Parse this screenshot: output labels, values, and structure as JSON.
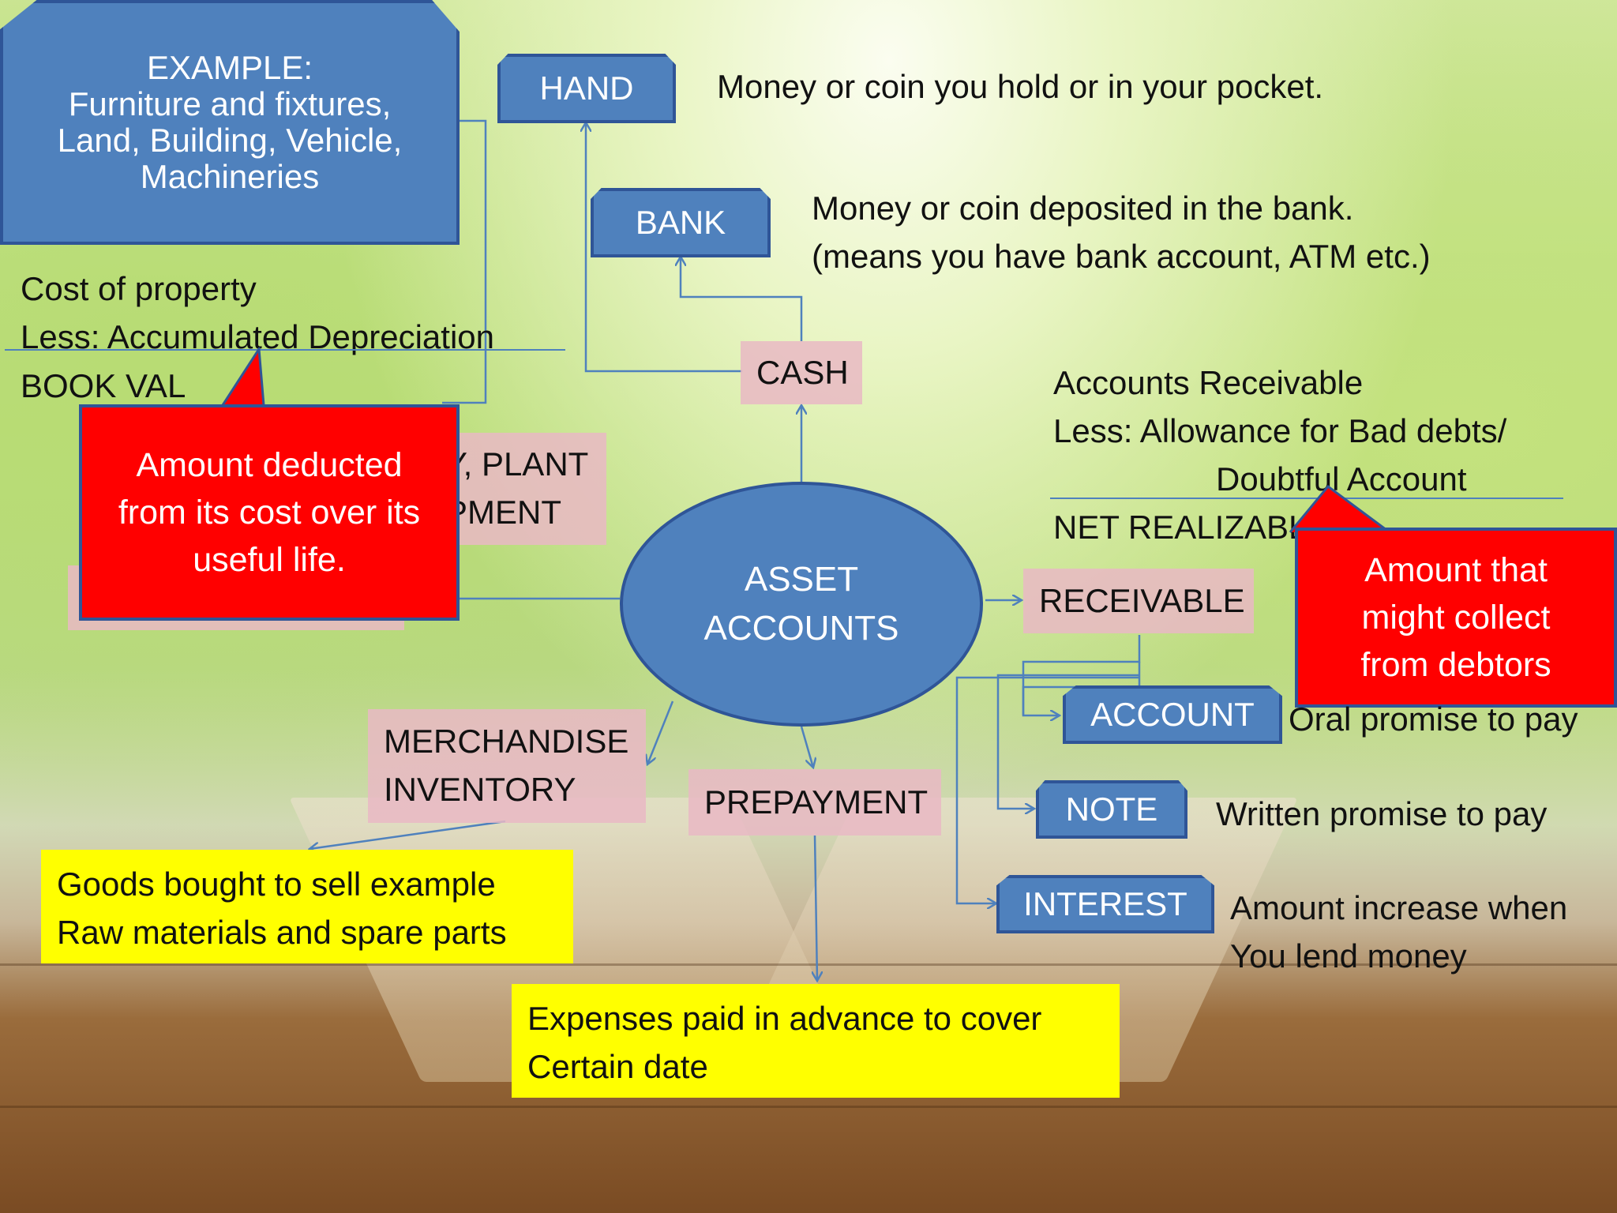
{
  "example_box": {
    "lines": [
      "EXAMPLE:",
      "Furniture and fixtures,",
      "Land, Building, Vehicle,",
      "Machineries"
    ]
  },
  "ppe_note": {
    "cost": "Cost of property",
    "less": "Less: Accumulated Depreciation",
    "book_value": "BOOK VAL"
  },
  "ppe_box": {
    "lines": [
      "Y, PLANT",
      "PMENT"
    ]
  },
  "depreciation_callout": {
    "lines": [
      "Amount deducted",
      "from  its cost over its",
      "useful life."
    ]
  },
  "hand": {
    "label": "HAND",
    "desc": "Money or coin you hold or in your pocket."
  },
  "bank": {
    "label": "BANK",
    "desc_lines": [
      "Money or coin deposited in the bank.",
      "(means you have bank account, ATM etc.)"
    ]
  },
  "cash": {
    "label": "CASH"
  },
  "center": {
    "lines": [
      "ASSET",
      "ACCOUNTS"
    ]
  },
  "receivable_note": {
    "line1": "Accounts Receivable",
    "line2": "Less: Allowance for  Bad debts/",
    "line3": "Doubtful Account",
    "line4": "NET REALIZABLE A"
  },
  "collect_callout": {
    "lines": [
      "Amount that",
      "might collect",
      "from debtors"
    ]
  },
  "receivable": {
    "label": "RECEIVABLE"
  },
  "account": {
    "label": "ACCOUNT",
    "desc": "Oral promise to pay"
  },
  "note": {
    "label": "NOTE",
    "desc": "Written promise to pay"
  },
  "interest": {
    "label": "INTEREST",
    "desc_lines": [
      "Amount increase when",
      "You lend money"
    ]
  },
  "merchandise": {
    "lines": [
      "MERCHANDISE",
      "INVENTORY"
    ]
  },
  "goods_note": {
    "lines": [
      "Goods bought to sell example",
      "Raw materials and spare parts"
    ]
  },
  "prepayment": {
    "label": "PREPAYMENT"
  },
  "prepay_note": {
    "lines": [
      "Expenses paid in advance to cover",
      "Certain date"
    ]
  },
  "colors": {
    "blue": "#4f81bd",
    "blue_border": "#2f5597",
    "red": "#ff0000",
    "yellow": "#ffff00",
    "pink": "#e9b8c4"
  }
}
